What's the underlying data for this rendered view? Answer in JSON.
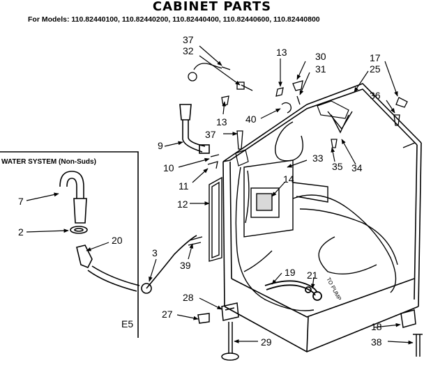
{
  "header": {
    "title": "CABINET PARTS",
    "models": "For Models: 110.82440100, 110.82440200, 110.82440400, 110.82440600, 110.82440800"
  },
  "inset": {
    "title": "WATER SYSTEM (Non-Suds)"
  },
  "footer": {
    "code": "E5"
  },
  "annotation": {
    "to_pump": "TO PUMP"
  },
  "parts": {
    "p37a": "37",
    "p32": "32",
    "p13a": "13",
    "p30": "30",
    "p31": "31",
    "p17": "17",
    "p25": "25",
    "p36": "36",
    "p40": "40",
    "p13b": "13",
    "p37b": "37",
    "p9": "9",
    "p10": "10",
    "p11": "11",
    "p33": "33",
    "p35": "35",
    "p34": "34",
    "p14": "14",
    "p12": "12",
    "p7": "7",
    "p2": "2",
    "p20": "20",
    "p3": "3",
    "p39": "39",
    "p19": "19",
    "p21": "21",
    "p28": "28",
    "p27": "27",
    "p29": "29",
    "p18": "18",
    "p38": "38"
  }
}
